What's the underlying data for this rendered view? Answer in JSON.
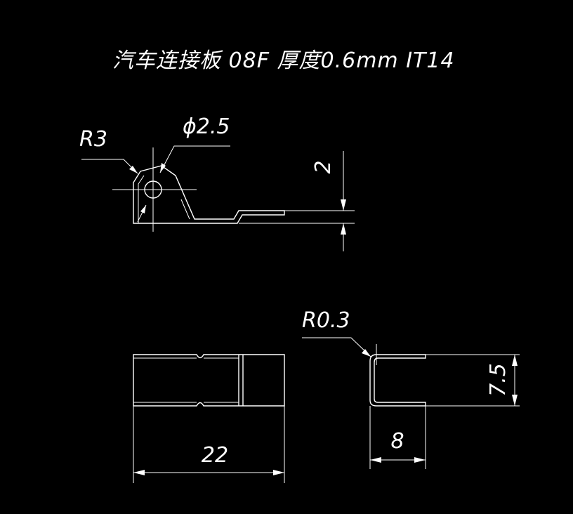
{
  "drawing": {
    "title": "汽车连接板   08F   厚度0.6mm  IT14",
    "side_view": {
      "radius_label": "R3",
      "diameter_label": "ϕ2.5",
      "height_label": "2"
    },
    "top_view": {
      "length_label": "22"
    },
    "end_view": {
      "radius_label": "R0.3",
      "height_label": "7.5",
      "width_label": "8"
    },
    "colors": {
      "background": "#000000",
      "lines": "#ffffff"
    }
  }
}
